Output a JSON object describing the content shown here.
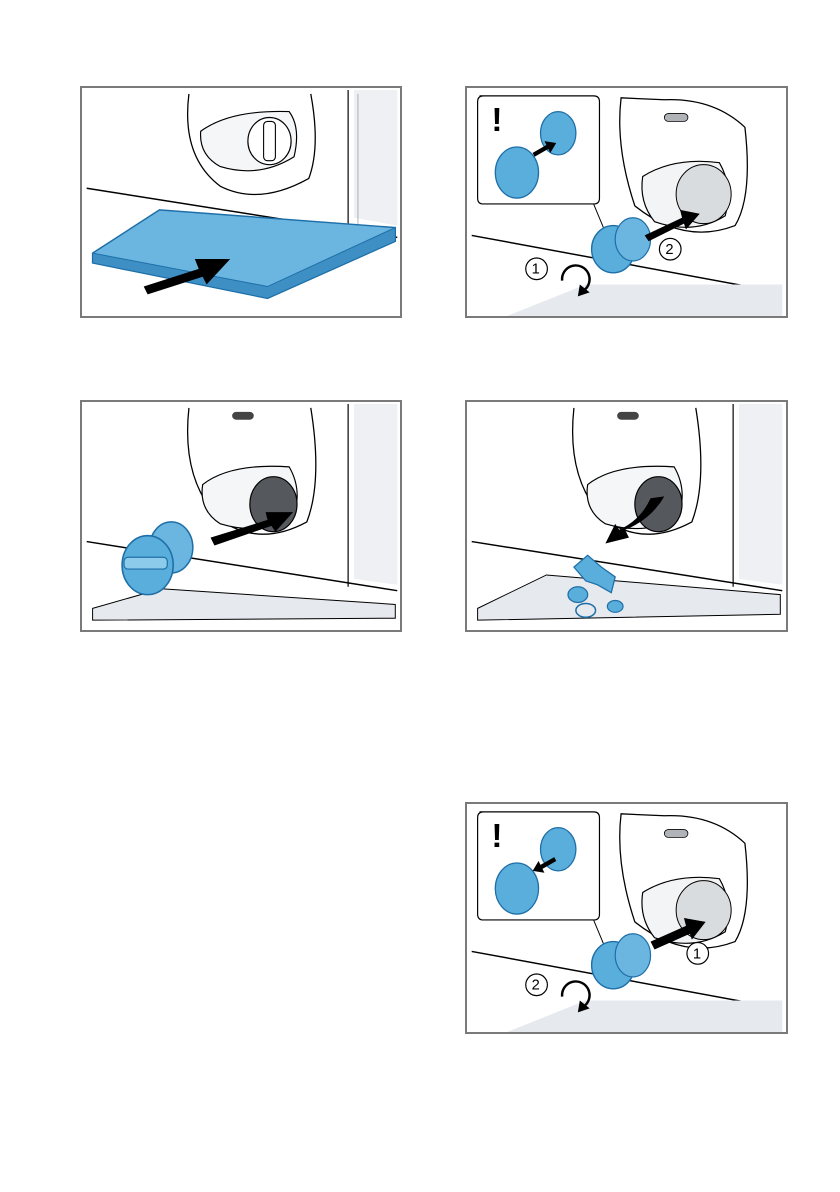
{
  "panels": [
    {
      "id": "p1",
      "markers": []
    },
    {
      "id": "p2",
      "markers": [
        "1",
        "2"
      ],
      "warning": "!"
    },
    {
      "id": "p3",
      "markers": []
    },
    {
      "id": "p4",
      "markers": []
    },
    {
      "id": "p5",
      "markers": [
        "2",
        "1"
      ],
      "warning": "!"
    }
  ],
  "colors": {
    "accent_blue": "#5aaedb",
    "dark_blue": "#1e6fa8",
    "outline": "#000000",
    "floor_grey": "#e6e9ee",
    "drain_grey": "#55595e",
    "frame": "#7a7a7a"
  },
  "icons": [
    "arrow-icon",
    "rotate-icon",
    "warning-icon",
    "filter-cap-icon",
    "shallow-container-icon"
  ]
}
